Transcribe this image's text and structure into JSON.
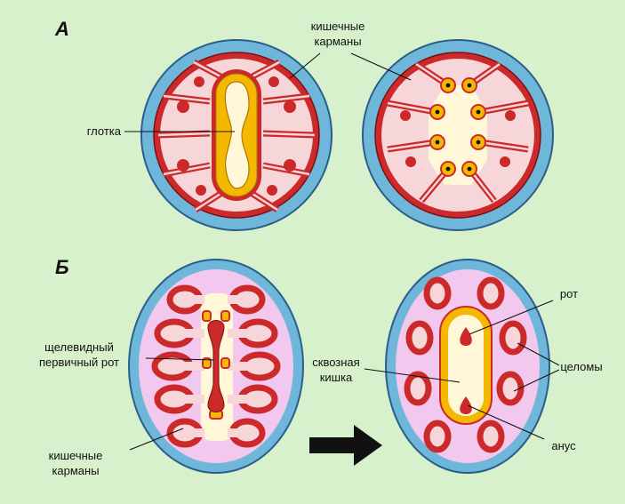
{
  "panel_a": {
    "letter": "А",
    "pouches_label": [
      "кишечные",
      "карманы"
    ],
    "pharynx_label": "глотка"
  },
  "panel_b": {
    "letter": "Б",
    "slit_mouth_label": [
      "щелевидный",
      "первичный рот"
    ],
    "pouches_label": [
      "кишечные",
      "карманы"
    ],
    "through_gut_label": [
      "сквозная",
      "кишка"
    ],
    "mouth_label": "рот",
    "coeloms_label": "целомы",
    "anus_label": "анус"
  },
  "colors": {
    "background": "#d7f1cd",
    "outer_ring": "#6fb6db",
    "ring_outline": "#2b5f8a",
    "tissue_pink": "#f6d6d9",
    "embryo_lilac": "#f2c8ee",
    "gut_red": "#cc2a2a",
    "pharynx_yellow": "#f5b800",
    "lumen_cream": "#fff7d8"
  }
}
